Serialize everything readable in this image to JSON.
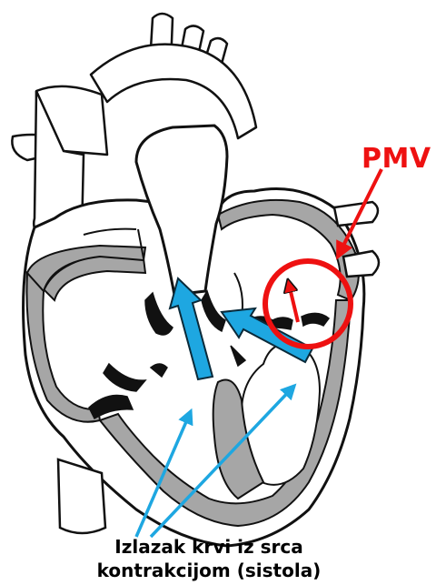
{
  "labels": {
    "valve_abbreviation": "PMV",
    "caption_line1": "Izlazak krvi iz srca",
    "caption_line2": "kontrakcijom (sistola)"
  },
  "colors": {
    "outline": "#111111",
    "wall_fill": "#a6a6a6",
    "chamber_fill": "#ffffff",
    "flow_arrow_fill": "#1ea7e1",
    "flow_arrow_stroke": "#0a2a3a",
    "pointer_line": "#1ea7e1",
    "highlight": "#ee1111",
    "valve_arrow": "#ee1111"
  },
  "icons": {
    "heart": "heart-cross-section-illustration",
    "flow_arrow": "blue-block-arrow",
    "highlight": "red-circle-highlight",
    "pointer": "red-pointer-arrow"
  }
}
